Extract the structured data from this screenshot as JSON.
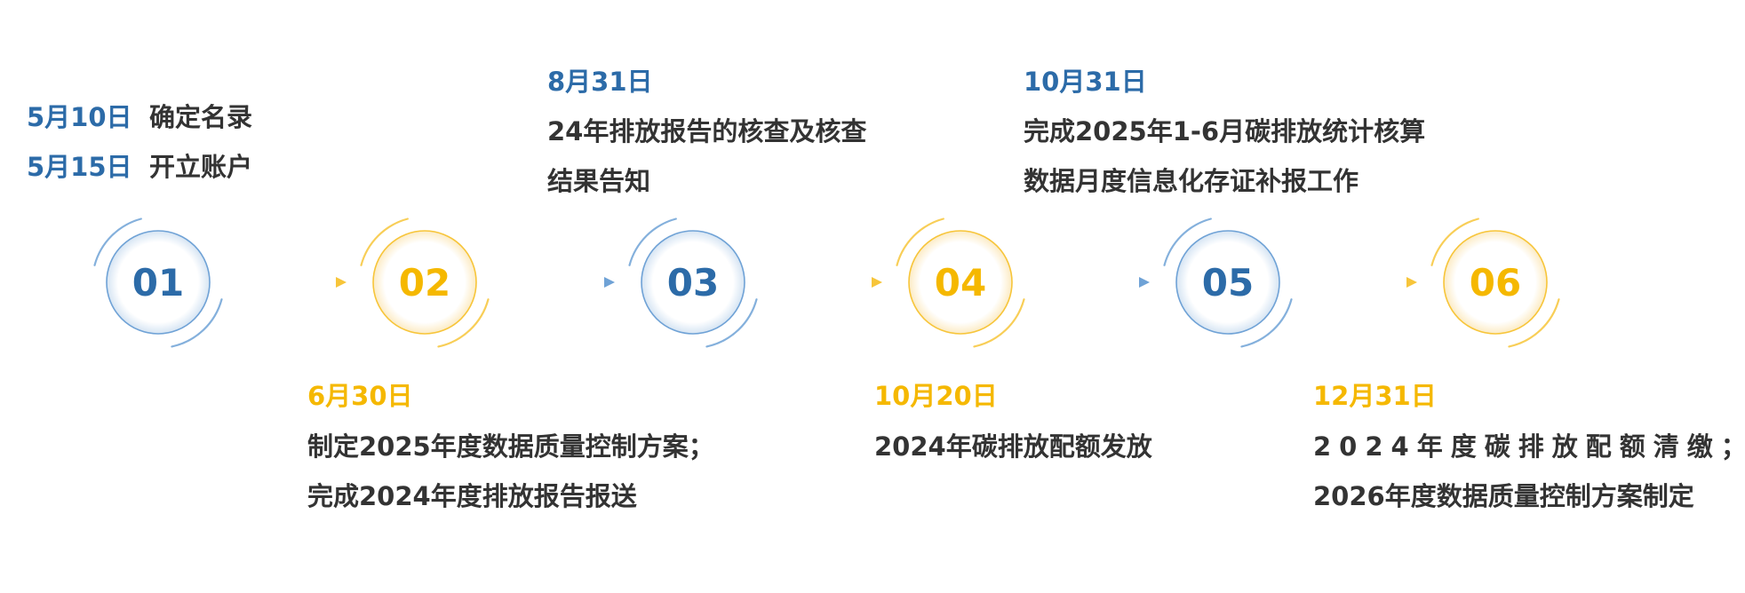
{
  "colors": {
    "blue": "#2C6BA8",
    "gold": "#F5B800",
    "text": "#333333",
    "blue_ring": "#6FA2D6",
    "gold_ring": "#F7C53A"
  },
  "steps": [
    {
      "number": "01",
      "color": "blue",
      "events": [
        {
          "date": "5月10日",
          "text": "确定名录"
        },
        {
          "date": "5月15日",
          "text": "开立账户"
        }
      ]
    },
    {
      "number": "02",
      "color": "gold",
      "date": "6月30日",
      "lines": [
        "制定2025年度数据质量控制方案；",
        "完成2024年度排放报告报送"
      ]
    },
    {
      "number": "03",
      "color": "blue",
      "date": "8月31日",
      "lines": [
        "24年排放报告的核查及核查",
        "结果告知"
      ]
    },
    {
      "number": "04",
      "color": "gold",
      "date": "10月20日",
      "lines": [
        "2024年碳排放配额发放"
      ]
    },
    {
      "number": "05",
      "color": "blue",
      "date": "10月31日",
      "lines": [
        "完成2025年1-6月碳排放统计核算",
        "数据月度信息化存证补报工作"
      ]
    },
    {
      "number": "06",
      "color": "gold",
      "date": "12月31日",
      "lines": [
        "2024年度碳排放配额清缴；",
        "2026年度数据质量控制方案制定"
      ]
    }
  ]
}
